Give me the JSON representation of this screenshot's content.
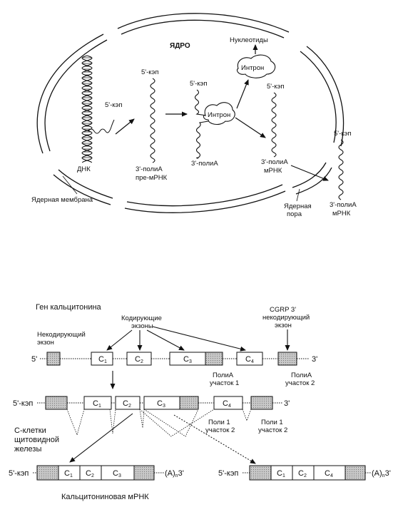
{
  "top": {
    "nucleus_label": "ЯДРО",
    "nucleotides_label": "Нуклеотиды",
    "dna_label": "ДНК",
    "cap5_dna": "5'-кэп",
    "premrna_cap5": "5'-кэп",
    "premrna_polya": "3'-полиА",
    "premrna_label": "пре-мРНК",
    "splicing_cap5": "5'-кэп",
    "splicing_polya": "3'-полиА",
    "intron_label_1": "Интрон",
    "intron_label_2": "Интрон",
    "mrna_cap5": "5'-кэп",
    "mrna_polya": "3'-полиА",
    "mrna_label": "мРНК",
    "exported_cap5": "5'-кэп",
    "exported_polya": "3'-полиА",
    "exported_label": "мРНК",
    "membrane_label": "Ядерная мембрана",
    "pore_label_1": "Ядерная",
    "pore_label_2": "пора"
  },
  "bottom": {
    "gene_title": "Ген кальцитонина",
    "coding_label_1": "Кодирующие",
    "coding_label_2": "экзоны",
    "noncoding_label_1": "Некодирующий",
    "noncoding_label_2": "экзон",
    "cgrp_label_1": "CGRP 3'",
    "cgrp_label_2": "некодирующий",
    "cgrp_label_3": "экзон",
    "prime5": "5'",
    "prime3": "3'",
    "exons": [
      "C1",
      "C2",
      "C3",
      "C4"
    ],
    "exon_base": "C",
    "exon_subs": [
      "1",
      "2",
      "3",
      "4"
    ],
    "polya_site1_1": "ПолиА",
    "polya_site1_2": "участок 1",
    "polya_site2_1": "ПолиА",
    "polya_site2_2": "участок 2",
    "cap5": "5'-кэп",
    "poly1_label_1": "Поли 1",
    "poly1_label_2": "участок 2",
    "poly2_label_1": "Поли 1",
    "poly2_label_2": "участок 2",
    "ccells_1": "С-клетки",
    "ccells_2": "щитовидной",
    "ccells_3": "железы",
    "tail_A": "(A)",
    "tail_n": "n",
    "tail_3": "3'",
    "calcitonin_mrna": "Кальцитониновая мРНК"
  }
}
